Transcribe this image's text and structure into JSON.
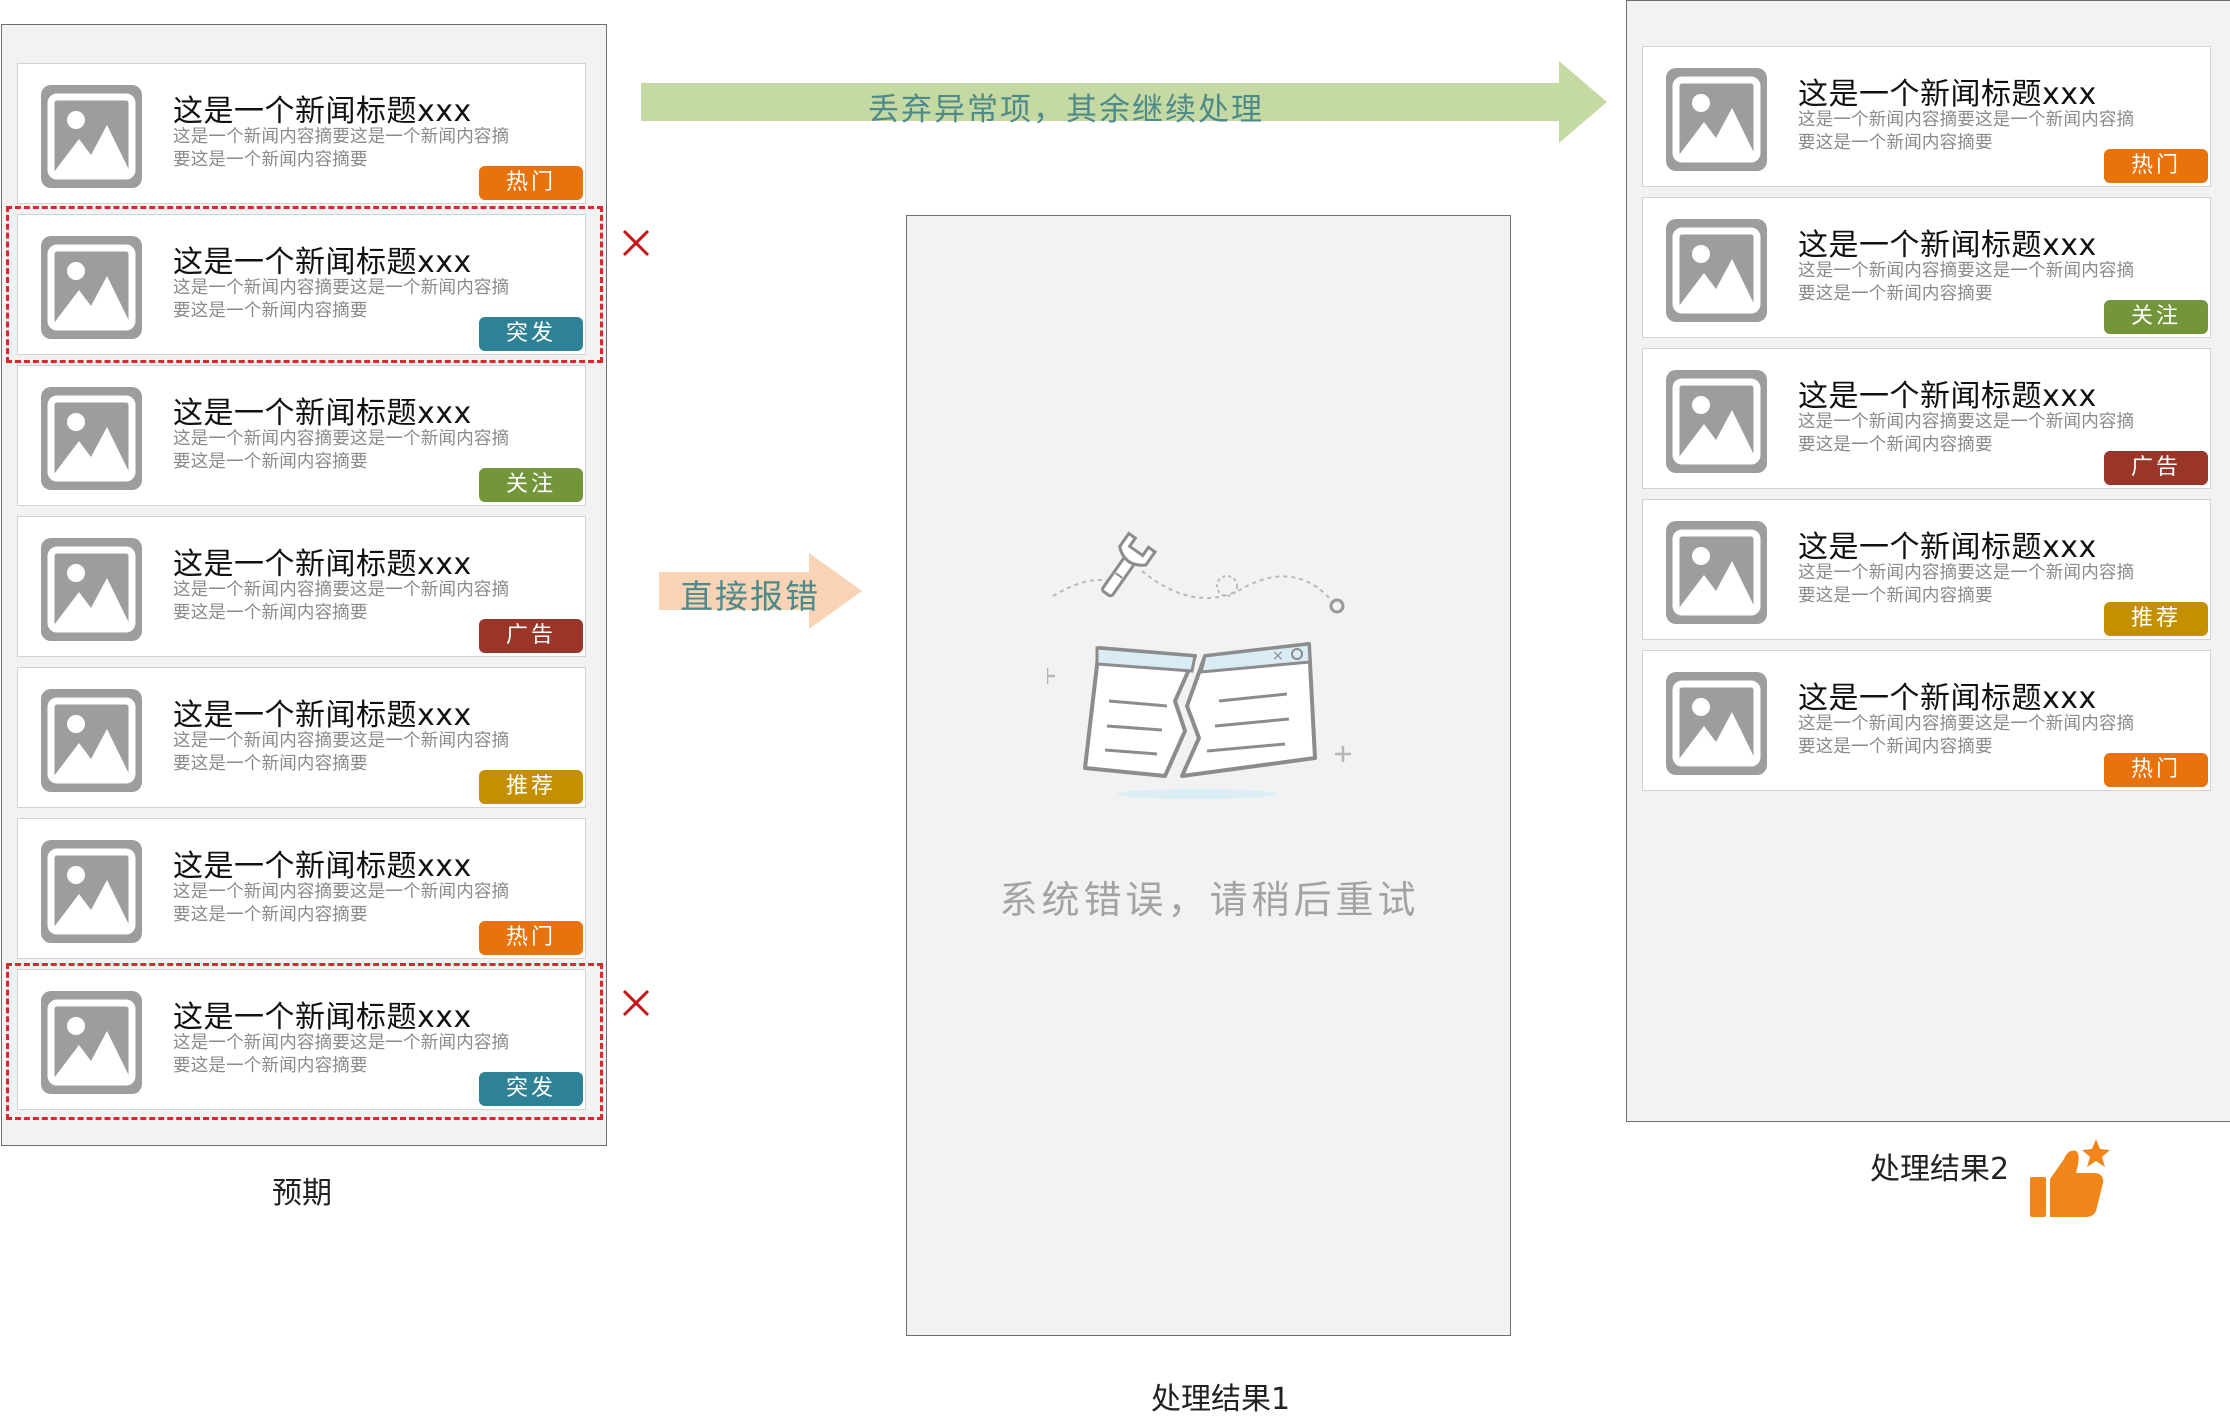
{
  "panels": {
    "expected": {
      "caption": "预期",
      "cards": [
        {
          "title": "这是一个新闻标题xxx",
          "summary": "这是一个新闻内容摘要这是一个新闻内容摘要这是一个新闻内容摘要",
          "tag": "热门",
          "tag_color": "#e8720c"
        },
        {
          "title": "这是一个新闻标题xxx",
          "summary": "这是一个新闻内容摘要这是一个新闻内容摘要这是一个新闻内容摘要",
          "tag": "突发",
          "tag_color": "#2f8196"
        },
        {
          "title": "这是一个新闻标题xxx",
          "summary": "这是一个新闻内容摘要这是一个新闻内容摘要这是一个新闻内容摘要",
          "tag": "关注",
          "tag_color": "#73963a"
        },
        {
          "title": "这是一个新闻标题xxx",
          "summary": "这是一个新闻内容摘要这是一个新闻内容摘要这是一个新闻内容摘要",
          "tag": "广告",
          "tag_color": "#993529"
        },
        {
          "title": "这是一个新闻标题xxx",
          "summary": "这是一个新闻内容摘要这是一个新闻内容摘要这是一个新闻内容摘要",
          "tag": "推荐",
          "tag_color": "#c49000"
        },
        {
          "title": "这是一个新闻标题xxx",
          "summary": "这是一个新闻内容摘要这是一个新闻内容摘要这是一个新闻内容摘要",
          "tag": "热门",
          "tag_color": "#e8720c"
        },
        {
          "title": "这是一个新闻标题xxx",
          "summary": "这是一个新闻内容摘要这是一个新闻内容摘要这是一个新闻内容摘要",
          "tag": "突发",
          "tag_color": "#2f8196"
        }
      ]
    },
    "result1": {
      "caption": "处理结果1",
      "error_message": "系统错误，请稍后重试"
    },
    "result2": {
      "caption": "处理结果2",
      "cards": [
        {
          "title": "这是一个新闻标题xxx",
          "summary": "这是一个新闻内容摘要这是一个新闻内容摘要这是一个新闻内容摘要",
          "tag": "热门",
          "tag_color": "#e8720c"
        },
        {
          "title": "这是一个新闻标题xxx",
          "summary": "这是一个新闻内容摘要这是一个新闻内容摘要这是一个新闻内容摘要",
          "tag": "关注",
          "tag_color": "#73963a"
        },
        {
          "title": "这是一个新闻标题xxx",
          "summary": "这是一个新闻内容摘要这是一个新闻内容摘要这是一个新闻内容摘要",
          "tag": "广告",
          "tag_color": "#993529"
        },
        {
          "title": "这是一个新闻标题xxx",
          "summary": "这是一个新闻内容摘要这是一个新闻内容摘要这是一个新闻内容摘要",
          "tag": "推荐",
          "tag_color": "#c49000"
        },
        {
          "title": "这是一个新闻标题xxx",
          "summary": "这是一个新闻内容摘要这是一个新闻内容摘要这是一个新闻内容摘要",
          "tag": "热门",
          "tag_color": "#e8720c"
        }
      ]
    }
  },
  "arrows": {
    "discard": {
      "label": "丢弃异常项，其余继续处理",
      "color": "#c5d9a3",
      "text_color": "#4e8a8a"
    },
    "error": {
      "label": "直接报错",
      "color": "#f8d3b6",
      "text_color": "#4e8a8a"
    }
  },
  "colors": {
    "dashed_box": "#e0262c",
    "x_mark": "#c0161c",
    "thumbs_up": "#f0861a"
  },
  "icons": {
    "thumbnail": "image-placeholder-icon",
    "reject": "x-mark-icon",
    "error": "broken-window-icon",
    "approve": "thumbs-up-star-icon"
  }
}
